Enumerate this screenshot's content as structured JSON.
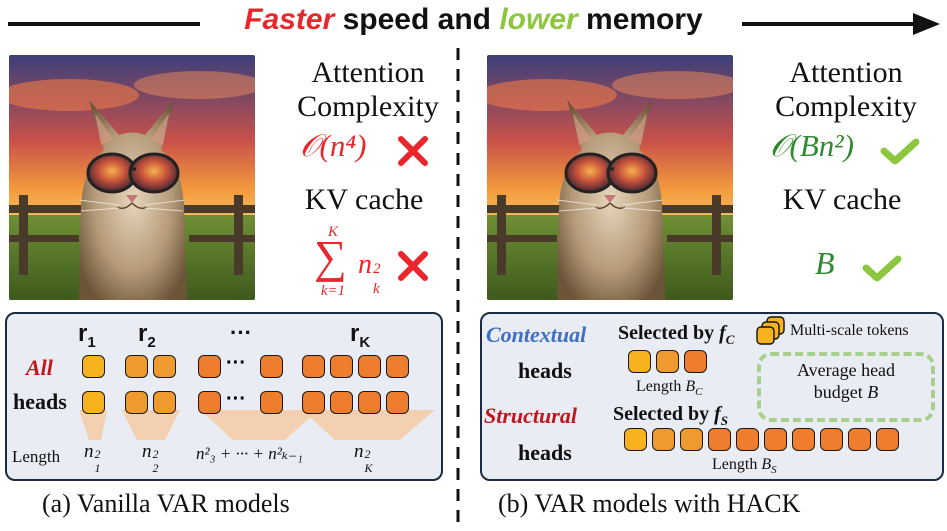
{
  "header": {
    "word_faster": "Faster",
    "mid": " speed and ",
    "word_lower": "lower",
    "end": " memory"
  },
  "left": {
    "attention_line1": "Attention",
    "attention_line2": "Complexity",
    "attention_formula": "𝒪(n⁴)",
    "kv_label": "KV cache",
    "kv_sum_top": "K",
    "kv_sum_bottom": "k=1",
    "kv_term": "n",
    "kv_term_sup": "2",
    "kv_term_sub": "k",
    "row_labels": {
      "r1": "r",
      "r1_sub": "1",
      "r2": "r",
      "r2_sub": "2",
      "dots": "···",
      "rK": "r",
      "rK_sub": "K"
    },
    "all": "All",
    "heads": "heads",
    "length_label": "Length",
    "len1": "n",
    "len1_sup": "2",
    "len1_sub": "1",
    "len2": "n",
    "len2_sup": "2",
    "len2_sub": "2",
    "len3": "n²₃ + ··· + n²ₖ₋₁",
    "lenK": "n",
    "lenK_sup": "2",
    "lenK_sub": "K",
    "caption": "(a) Vanilla VAR models"
  },
  "right": {
    "attention_line1": "Attention",
    "attention_line2": "Complexity",
    "attention_formula": "𝒪(Bn²)",
    "kv_label": "KV cache",
    "kv_value": "B",
    "contextual": "Contextual",
    "heads": "heads",
    "selected_by_c": "Selected by ",
    "fc": "f",
    "fc_sub": "C",
    "multi_scale": "Multi-scale tokens",
    "length_bc": "Length ",
    "bc": "B",
    "bc_sub": "C",
    "avg_line1": "Average head",
    "avg_line2": "budget ",
    "avg_B": "B",
    "structural": "Structural",
    "selected_by_s": "Selected by ",
    "fs": "f",
    "fs_sub": "S",
    "length_bs": "Length ",
    "bs": "B",
    "bs_sub": "S",
    "caption": "(b) VAR models with HACK"
  },
  "colors": {
    "red": "#e8262b",
    "green": "#8dc63f",
    "blue": "#3d6fc2",
    "dark_red": "#c0161c",
    "token_yellow": "#f7b21e",
    "token_orange": "#ee7e2d",
    "panel_bg": "#eaecf3"
  },
  "icons": [
    "cross-icon",
    "check-icon",
    "arrow-right-icon",
    "stacked-tokens-icon"
  ]
}
